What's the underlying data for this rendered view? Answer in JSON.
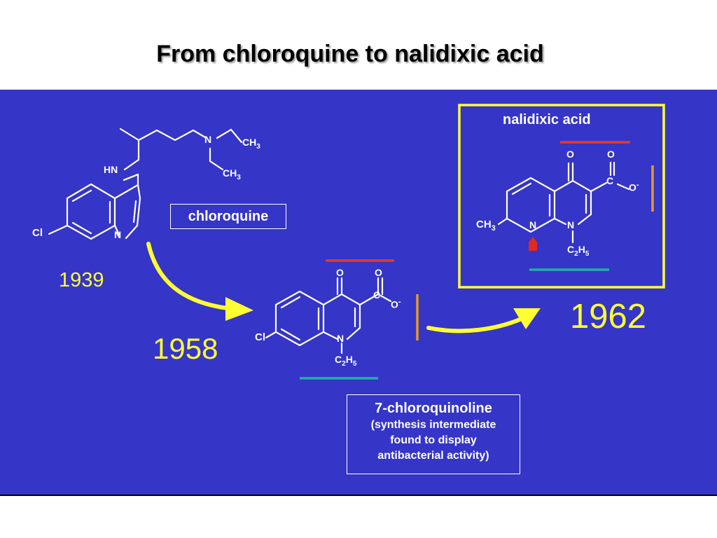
{
  "title": "From chloroquine to nalidixic acid",
  "colors": {
    "panel": "#3535c8",
    "year": "#ffff33",
    "red_bar": "#e53a2a",
    "teal_bar": "#19b3a0",
    "orange_bar": "#e59a2a",
    "highlight_box": "#ffff33"
  },
  "years": {
    "chloroquine": "1939",
    "intermediate": "1958",
    "nalidixic": "1962"
  },
  "labels": {
    "chloroquine_name": "chloroquine",
    "nalidixic_name": "nalidixic acid",
    "intermediate_name": "7-chloroquinoline",
    "intermediate_note_1": "(synthesis intermediate",
    "intermediate_note_2": "found to display",
    "intermediate_note_3": "antibacterial activity)"
  },
  "atoms": {
    "cl": "Cl",
    "n": "N",
    "hn": "HN",
    "o": "O",
    "c": "C",
    "o_minus": "O",
    "minus": "-",
    "ch": "CH",
    "c_letter": "C",
    "h_letter": "H",
    "sub3": "3",
    "sub2": "2",
    "sub5": "5"
  }
}
